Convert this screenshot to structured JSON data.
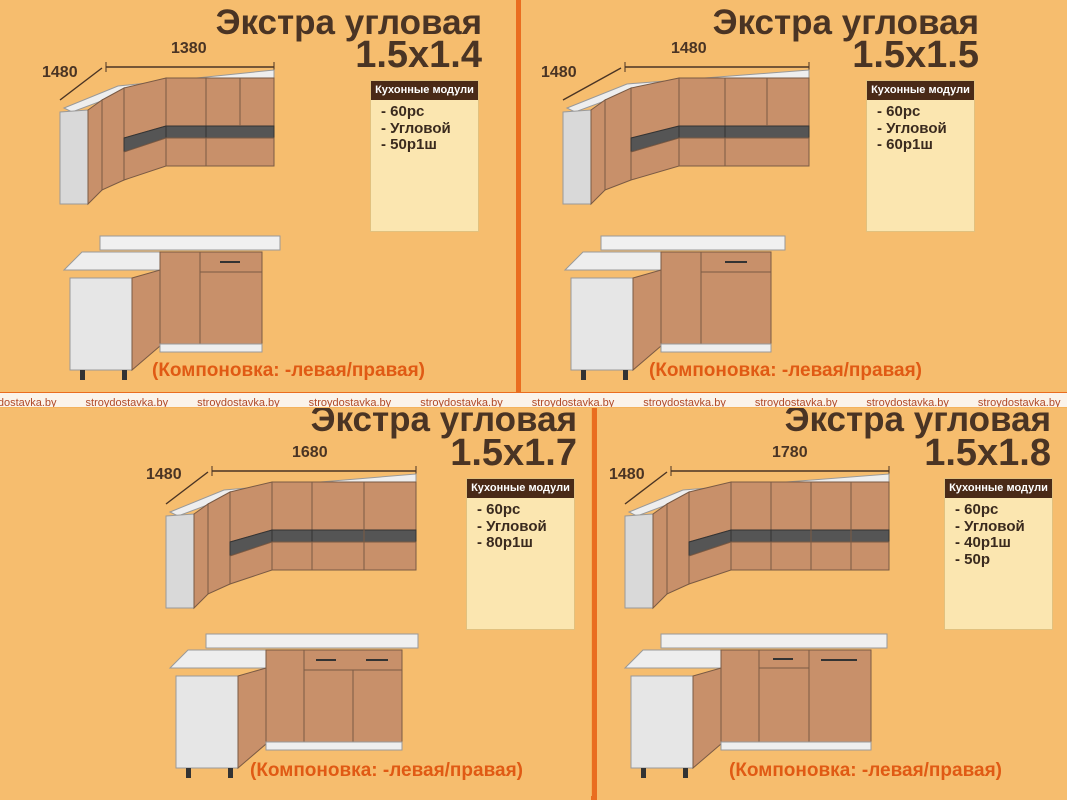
{
  "panels": [
    {
      "title_line1": "Экстра угловая",
      "title_line2": "1.5x1.4",
      "width_dim": "1380",
      "depth_dim": "1480",
      "modules_header": "Кухонные модули",
      "modules": [
        "- 60рс",
        "- Угловой",
        "- 50р1ш"
      ],
      "layout_note": "(Компоновка: -левая/правая)"
    },
    {
      "title_line1": "Экстра угловая",
      "title_line2": "1.5x1.5",
      "width_dim": "1480",
      "depth_dim": "1480",
      "modules_header": "Кухонные модули",
      "modules": [
        "- 60рс",
        "- Угловой",
        "- 60р1ш"
      ],
      "layout_note": "(Компоновка: -левая/правая)"
    },
    {
      "title_line1": "Экстра угловая",
      "title_line2": "1.5x1.7",
      "width_dim": "1680",
      "depth_dim": "1480",
      "modules_header": "Кухонные модули",
      "modules": [
        "- 60рс",
        "- Угловой",
        "- 80р1ш"
      ],
      "layout_note": "(Компоновка: -левая/правая)"
    },
    {
      "title_line1": "Экстра угловая",
      "title_line2": "1.5x1.8",
      "width_dim": "1780",
      "depth_dim": "1480",
      "modules_header": "Кухонные модули",
      "modules": [
        "- 60рс",
        "- Угловой",
        "- 40р1ш",
        "- 50р"
      ],
      "layout_note": "(Компоновка: -левая/правая)"
    }
  ],
  "watermark": "stroydostavka.by",
  "colors": {
    "background": "#f6bd6e",
    "divider": "#ea6d1f",
    "title": "#4a3424",
    "modules_header_bg": "#4a2a17",
    "modules_bg": "#fbe6b0",
    "wood": "#c8906a",
    "layout_note": "#e05a14"
  }
}
